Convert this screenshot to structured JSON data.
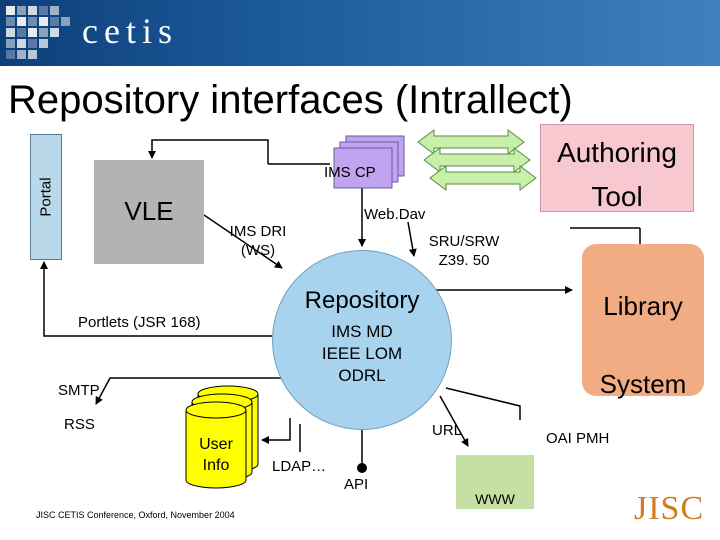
{
  "header": {
    "logo_text": "cetis",
    "title": "Repository interfaces (Intrallect)"
  },
  "boxes": {
    "portal": "Portal",
    "vle": "VLE",
    "authoring_tool": [
      "Authoring",
      "Tool"
    ],
    "library_system": [
      "Library",
      "System"
    ],
    "user_info": [
      "User",
      "Info"
    ],
    "www": "WWW"
  },
  "repository": {
    "title": "Repository",
    "standards": [
      "IMS MD",
      "IEEE LOM",
      "ODRL"
    ]
  },
  "labels": {
    "ims_cp": "IMS CP",
    "webdav": "Web.Dav",
    "ims_dri": [
      "IMS DRI",
      "(WS)"
    ],
    "sru_srw": [
      "SRU/SRW",
      "Z39. 50"
    ],
    "portlets": "Portlets (JSR 168)",
    "smtp": "SMTP",
    "rss": "RSS",
    "url": "URL",
    "oai_pmh": "OAI PMH",
    "ldap": "LDAP…",
    "api": "API"
  },
  "footer": {
    "conference": "JISC CETIS Conference, Oxford, November 2004",
    "jisc_logo": "JISC"
  },
  "colors": {
    "banner": "#1f5fa0",
    "portal": "#b9d8ea",
    "vle": "#b3b3b3",
    "authoring": "#f8c8d0",
    "library": "#f2ac84",
    "repository": "#a8d3ef",
    "user_info": "#ffff00",
    "www": "#c6e0a4",
    "double_arrow": "#c8f0a8",
    "ims_cp": "#c0a4f0"
  }
}
